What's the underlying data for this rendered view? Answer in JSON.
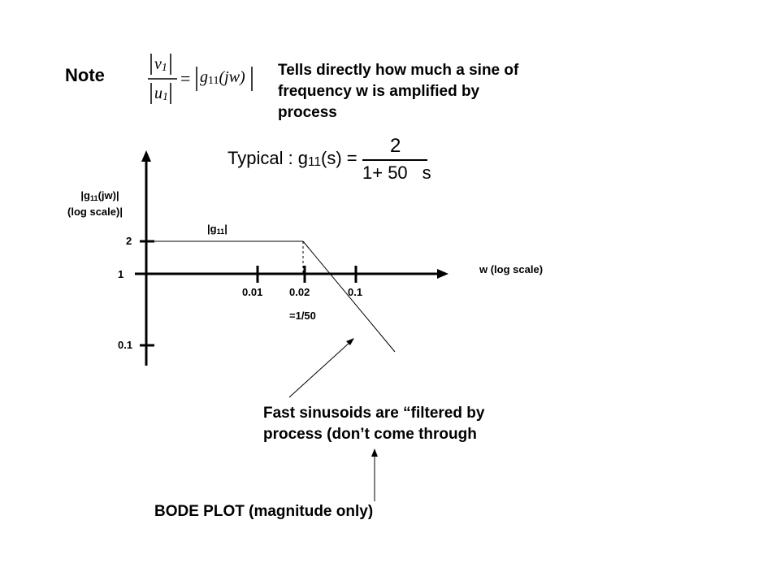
{
  "note_label": "Note",
  "equation": {
    "num_left": "v",
    "num_left_sub": "1",
    "den_left": "u",
    "den_left_sub": "1",
    "equals": "=",
    "rhs": "g",
    "rhs_sub": "11",
    "rhs_arg": "(jw)"
  },
  "description": "Tells directly how much a sine of frequency w is amplified by process",
  "typical": {
    "label": "Typical : g",
    "label_sub": "11",
    "label_tail": "(s) =",
    "numerator": "2",
    "denominator_left": "1+ 50",
    "denominator_right": "s"
  },
  "y_axis": {
    "label_line1_pre": "|g",
    "label_line1_sub": "11",
    "label_line1_post": "(jw)|",
    "label_line2": "(log scale)|",
    "ticks": [
      "2",
      "1",
      "0.1"
    ]
  },
  "x_axis": {
    "label": "w (log scale)",
    "ticks": [
      "0.01",
      "0.02",
      "0.1"
    ]
  },
  "curve_label_pre": "|g",
  "curve_label_sub": "11",
  "curve_label_post": "|",
  "corner_note": "=1/50",
  "fast_note": "Fast sinusoids are “filtered by process (don’t come through",
  "bode_title": "BODE PLOT (magnitude only)"
}
